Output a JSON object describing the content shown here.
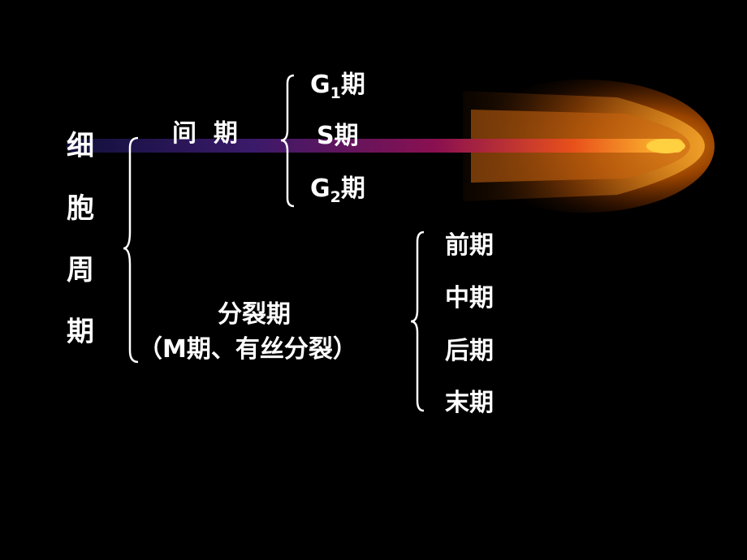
{
  "root": {
    "chars": [
      "细",
      "胞",
      "周",
      "期"
    ]
  },
  "interphase": {
    "label": "间  期",
    "phases": [
      {
        "prefix": "G",
        "sub": "1",
        "suffix": "期"
      },
      {
        "prefix": "S",
        "sub": "",
        "suffix": "期"
      },
      {
        "prefix": "G",
        "sub": "2",
        "suffix": "期"
      }
    ]
  },
  "division": {
    "label_line1": "分裂期",
    "label_line2": "（M期、有丝分裂）",
    "phases": [
      "前期",
      "中期",
      "后期",
      "末期"
    ]
  },
  "colors": {
    "background": "#000000",
    "text": "#ffffff",
    "comet_core": "#ffcc33",
    "comet_glow": "#ff8800",
    "comet_tail_end": "#1a1a60"
  }
}
